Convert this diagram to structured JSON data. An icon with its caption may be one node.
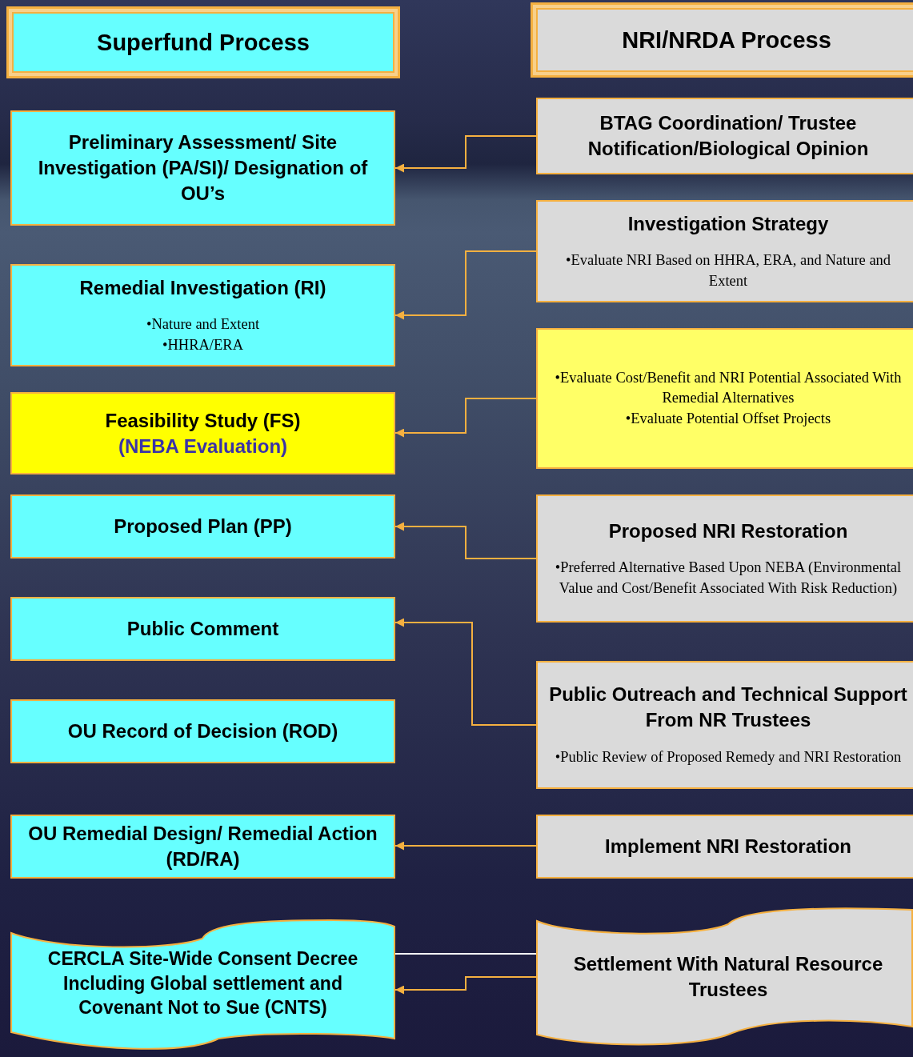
{
  "diagram": {
    "nodes": [
      {
        "text": [
          "Superfund Process"
        ]
      },
      {
        "text": [
          "NRI/NRDA Process"
        ]
      },
      {
        "text": [
          "Preliminary Assessment/ Site Investigation (PA/SI)/ Designation of OU’s"
        ]
      },
      {
        "text": [
          "BTAG Coordination/ Trustee Notification/Biological Opinion"
        ]
      },
      {
        "text": [
          "Remedial Investigation (RI)",
          "•Nature and Extent",
          "•HHRA/ERA"
        ]
      },
      {
        "text": [
          "Investigation Strategy",
          "•Evaluate NRI Based on HHRA, ERA, and Nature and Extent"
        ]
      },
      {
        "text": [
          "Feasibility Study (FS)",
          "(NEBA Evaluation)"
        ]
      },
      {
        "text": [
          "•Evaluate Cost/Benefit and NRI Potential Associated With Remedial Alternatives",
          "•Evaluate Potential Offset Projects"
        ]
      },
      {
        "text": [
          "Proposed Plan (PP)"
        ]
      },
      {
        "text": [
          "Proposed NRI Restoration",
          "•Preferred Alternative Based Upon NEBA (Environmental Value and Cost/Benefit Associated With Risk Reduction)"
        ]
      },
      {
        "text": [
          "Public Comment"
        ]
      },
      {
        "text": [
          "Public Outreach and Technical Support From NR Trustees",
          "•Public Review of Proposed Remedy and NRI Restoration"
        ]
      },
      {
        "text": [
          "OU Record of Decision (ROD)"
        ]
      },
      {
        "text": [
          "OU Remedial Design/ Remedial Action (RD/RA)"
        ]
      },
      {
        "text": [
          "Implement NRI Restoration"
        ]
      },
      {
        "text": [
          "CERCLA Site-Wide Consent Decree Including Global settlement and Covenant Not to Sue (CNTS)"
        ]
      },
      {
        "text": [
          "Settlement With Natural Resource Trustees"
        ]
      }
    ],
    "edges": [
      {
        "from": 3,
        "to": 2,
        "arrow": "to"
      },
      {
        "from": 5,
        "to": 4,
        "arrow": "to"
      },
      {
        "from": 7,
        "to": 6,
        "arrow": "to"
      },
      {
        "from": 9,
        "to": 8,
        "arrow": "to"
      },
      {
        "from": 11,
        "to": 10,
        "arrow": "to"
      },
      {
        "from": 14,
        "to": 13,
        "arrow": "to"
      },
      {
        "from": 16,
        "to": 15,
        "arrow": "to"
      },
      {
        "from": 16,
        "to": 15,
        "arrow": "none",
        "color": "#ffffff"
      }
    ]
  }
}
